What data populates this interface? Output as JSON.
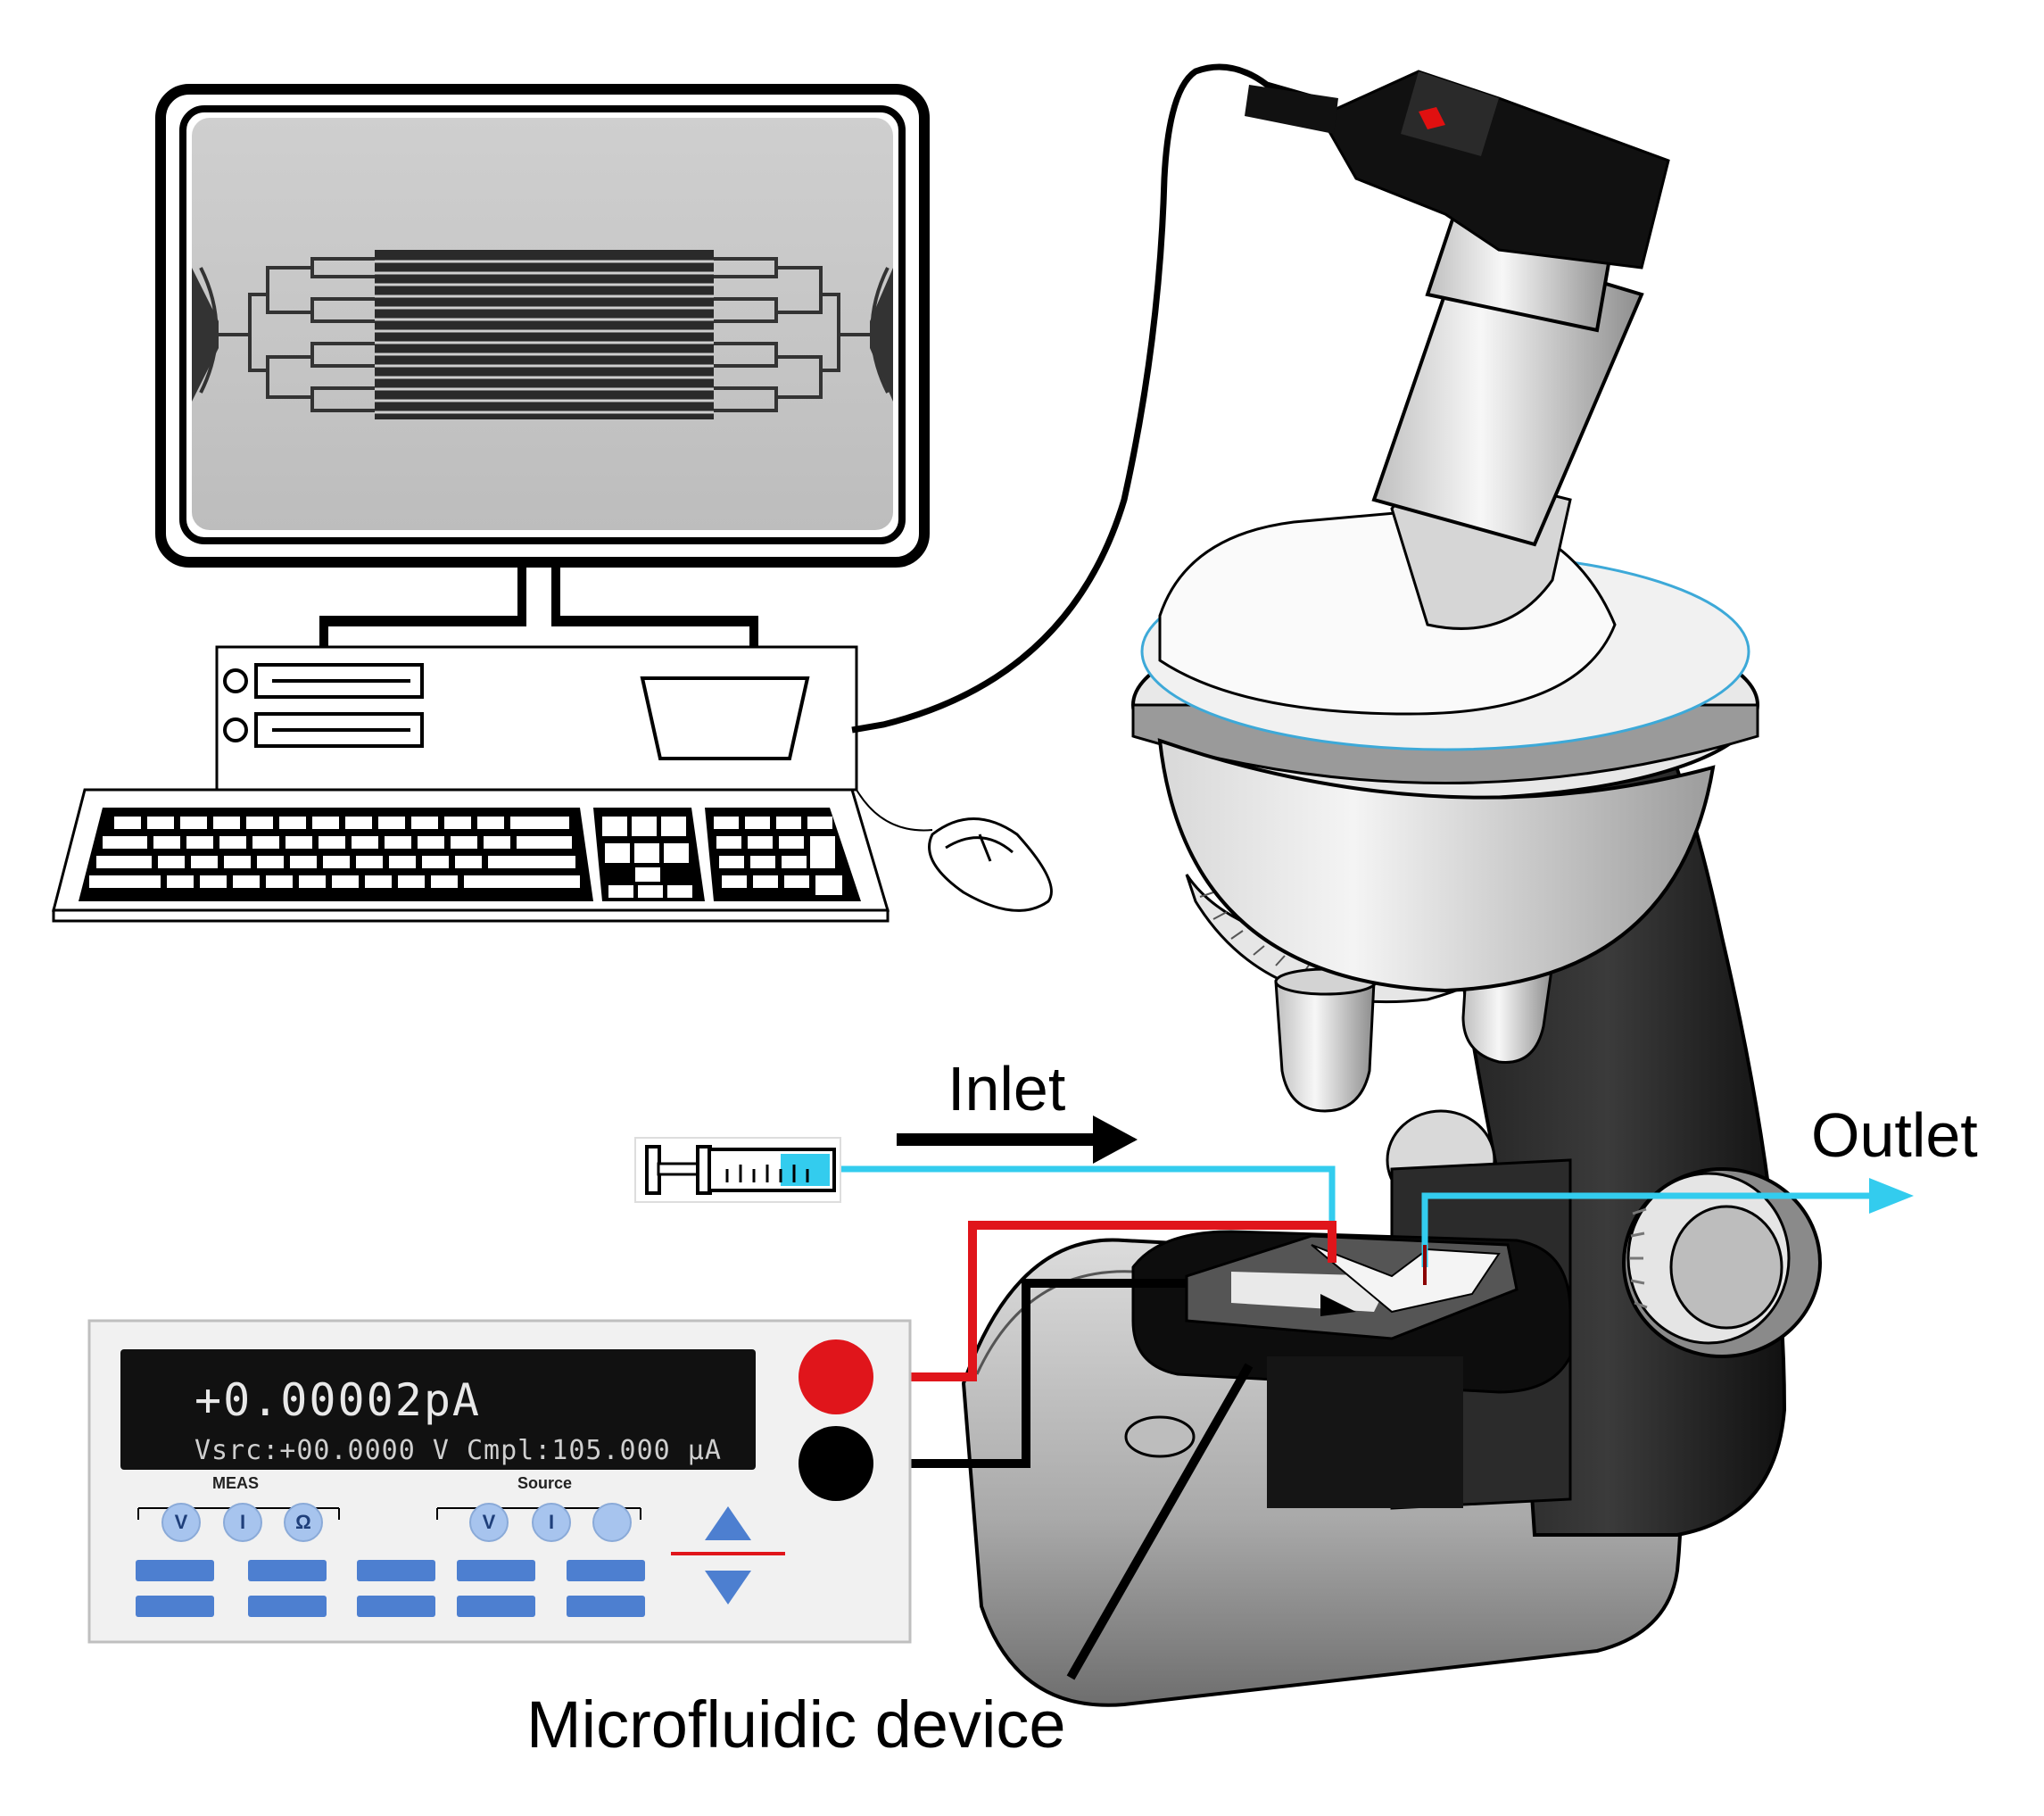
{
  "labels": {
    "inlet": "Inlet",
    "outlet": "Outlet",
    "device": "Microfluidic device"
  },
  "sourcemeter": {
    "reading": "+0.00002pA",
    "status": "Vsrc:+00.0000 V  Cmpl:105.000 µA",
    "meas_label": "MEAS",
    "source_label": "Source",
    "meas_keys": [
      "V",
      "I",
      "Ω"
    ],
    "source_keys": [
      "V",
      "I",
      ""
    ]
  },
  "colors": {
    "fluid_line": "#33ccee",
    "positive_lead": "#e0151b",
    "negative_lead": "#000000",
    "smu_keys": "#4d7fd0",
    "smu_display": "#111111"
  },
  "icons": [
    "monitor-icon",
    "computer-tower-icon",
    "keyboard-icon",
    "mouse-icon",
    "microscope-icon",
    "camera-icon",
    "syringe-icon",
    "sourcemeter-icon"
  ]
}
